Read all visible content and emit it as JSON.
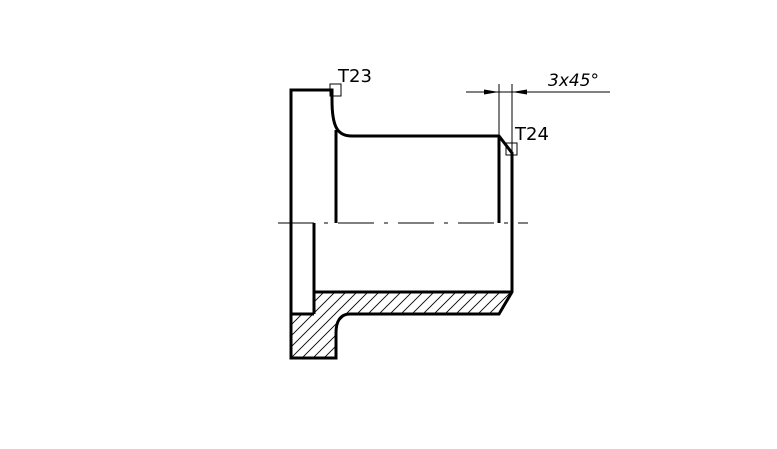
{
  "labels": {
    "t23": "T23",
    "t24": "T24",
    "chamfer": "3x45°"
  },
  "colors": {
    "line": "#000000",
    "background": "#ffffff"
  }
}
